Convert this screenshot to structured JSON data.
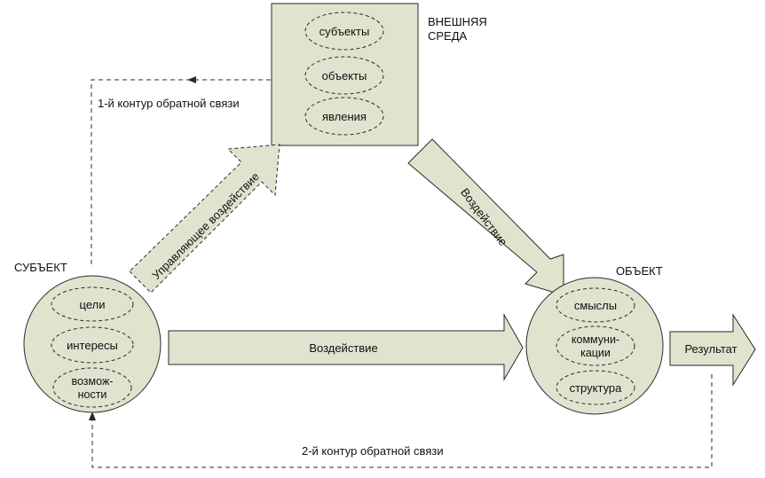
{
  "colors": {
    "fill": "#dfe4cf",
    "stroke": "#2b2b2b",
    "background": "#ffffff"
  },
  "environment": {
    "title_line1": "ВНЕШНЯЯ",
    "title_line2": "СРЕДА",
    "items": [
      "субъекты",
      "объекты",
      "явления"
    ]
  },
  "subject": {
    "title": "СУБЪЕКТ",
    "items": [
      "цели",
      "интересы"
    ],
    "item3_line1": "возмож-",
    "item3_line2": "ности"
  },
  "object": {
    "title": "ОБЪЕКТ",
    "item1": "смыслы",
    "item2_line1": "коммуни-",
    "item2_line2": "кации",
    "item3": "структура"
  },
  "arrows": {
    "control": "Управляющее воздействие",
    "env_to_object": "Воздействие",
    "subject_to_object": "Воздействие",
    "result": "Результат"
  },
  "feedback": {
    "loop1": "1-й контур обратной связи",
    "loop2": "2-й контур обратной связи"
  }
}
